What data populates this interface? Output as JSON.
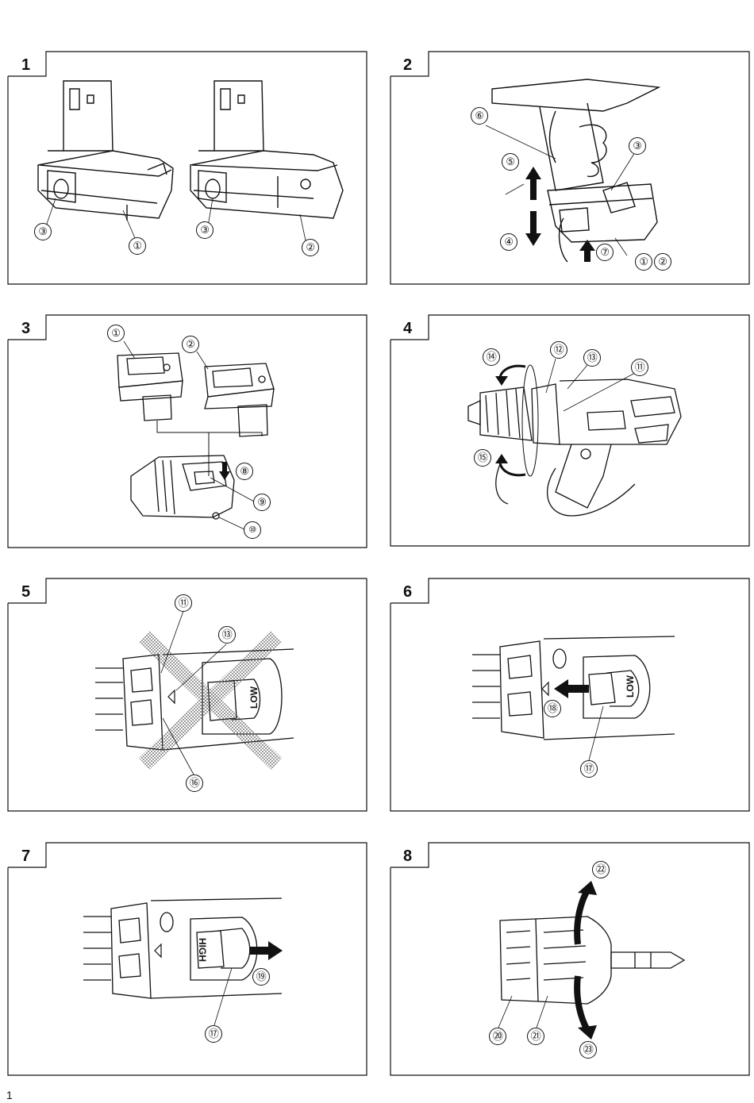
{
  "page_number": "1",
  "figures": [
    {
      "number": "1",
      "callouts": [
        "③",
        "①",
        "③",
        "②"
      ]
    },
    {
      "number": "2",
      "callouts": [
        "⑥",
        "⑤",
        "③",
        "④",
        "⑦",
        "①",
        "②"
      ]
    },
    {
      "number": "3",
      "callouts": [
        "①",
        "②",
        "⑧",
        "⑨",
        "⑩"
      ]
    },
    {
      "number": "4",
      "callouts": [
        "⑭",
        "⑫",
        "⑬",
        "⑪",
        "⑮"
      ]
    },
    {
      "number": "5",
      "callouts": [
        "⑪",
        "⑬",
        "⑯"
      ],
      "switch_label": "LOW"
    },
    {
      "number": "6",
      "callouts": [
        "⑱",
        "⑰"
      ],
      "switch_label": "LOW"
    },
    {
      "number": "7",
      "callouts": [
        "⑲",
        "⑰"
      ],
      "switch_label": "HIGH"
    },
    {
      "number": "8",
      "callouts": [
        "㉒",
        "⑳",
        "㉑",
        "㉓"
      ]
    }
  ]
}
